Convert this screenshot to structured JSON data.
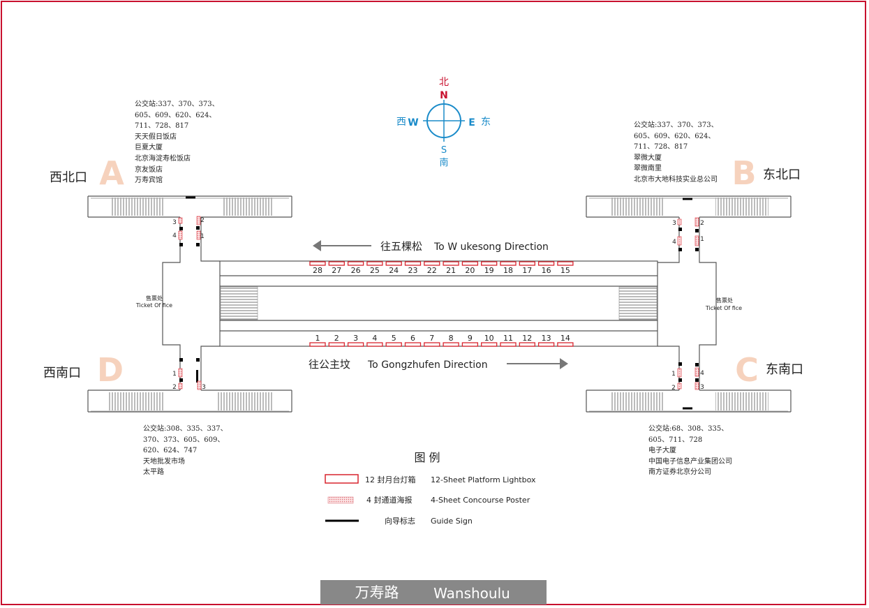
{
  "compass": {
    "north_cn": "北",
    "north": "N",
    "south": "S",
    "south_cn": "南",
    "west_cn": "西",
    "west": "W",
    "east": "E",
    "east_cn": "东"
  },
  "exits": {
    "A": {
      "letter": "A",
      "label": "西北口",
      "info": [
        "公交站:337、370、373、",
        "605、609、620、624、",
        "711、728、817",
        "天天假日饭店",
        "巨夏大厦",
        "北京海淀寿松饭店",
        "京友饭店",
        "万寿宾馆"
      ],
      "posters": [
        "3",
        "4",
        "2",
        "1"
      ]
    },
    "B": {
      "letter": "B",
      "label": "东北口",
      "info": [
        "公交站:337、370、373、",
        "605、609、620、624、",
        "711、728、817",
        "翠微大厦",
        "翠微南里",
        "北京市大地科技实业总公司"
      ],
      "posters": [
        "3",
        "4",
        "2",
        "1"
      ]
    },
    "C": {
      "letter": "C",
      "label": "东南口",
      "info": [
        "公交站:68、308、335、",
        "605、711、728",
        "电子大厦",
        "中国电子信息产业集团公司",
        "南方证券北京分公司"
      ],
      "posters": [
        "1",
        "2",
        "4",
        "3"
      ]
    },
    "D": {
      "letter": "D",
      "label": "西南口",
      "info": [
        "公交站:308、335、337、",
        "370、373、605、609、",
        "620、624、747",
        "天地批发市场",
        "太平路"
      ],
      "posters": [
        "1",
        "2",
        "3"
      ]
    }
  },
  "ticket_office": {
    "cn": "售票处",
    "en": "Ticket Of fice"
  },
  "directions": {
    "north_cn": "往五棵松",
    "north_en": "To W ukesong  Direction",
    "south_cn": "往公主坟",
    "south_en": "To Gongzhufen  Direction"
  },
  "lightboxes": {
    "upper": [
      "28",
      "27",
      "26",
      "25",
      "24",
      "23",
      "22",
      "21",
      "20",
      "19",
      "18",
      "17",
      "16",
      "15"
    ],
    "lower": [
      "1",
      "2",
      "3",
      "4",
      "5",
      "6",
      "7",
      "8",
      "9",
      "10",
      "11",
      "12",
      "13",
      "14"
    ]
  },
  "legend": {
    "title": "图  例",
    "items": [
      {
        "cn": "12 封月台灯箱",
        "en": "12-Sheet Platform Lightbox"
      },
      {
        "cn": "4 封通道海报",
        "en": "4-Sheet  Concourse Poster"
      },
      {
        "cn": "向导标志",
        "en": "Guide Sign"
      }
    ]
  },
  "station": {
    "cn": "万寿路",
    "en": "Wanshoulu"
  },
  "colors": {
    "frame": "#c8102e",
    "compass": "#1a8bc9",
    "north": "#c8102e",
    "exit_letter": "#f6d2bd",
    "lightbox": "#d9232d",
    "poster": "#f0a0a4",
    "banner": "#888888"
  }
}
